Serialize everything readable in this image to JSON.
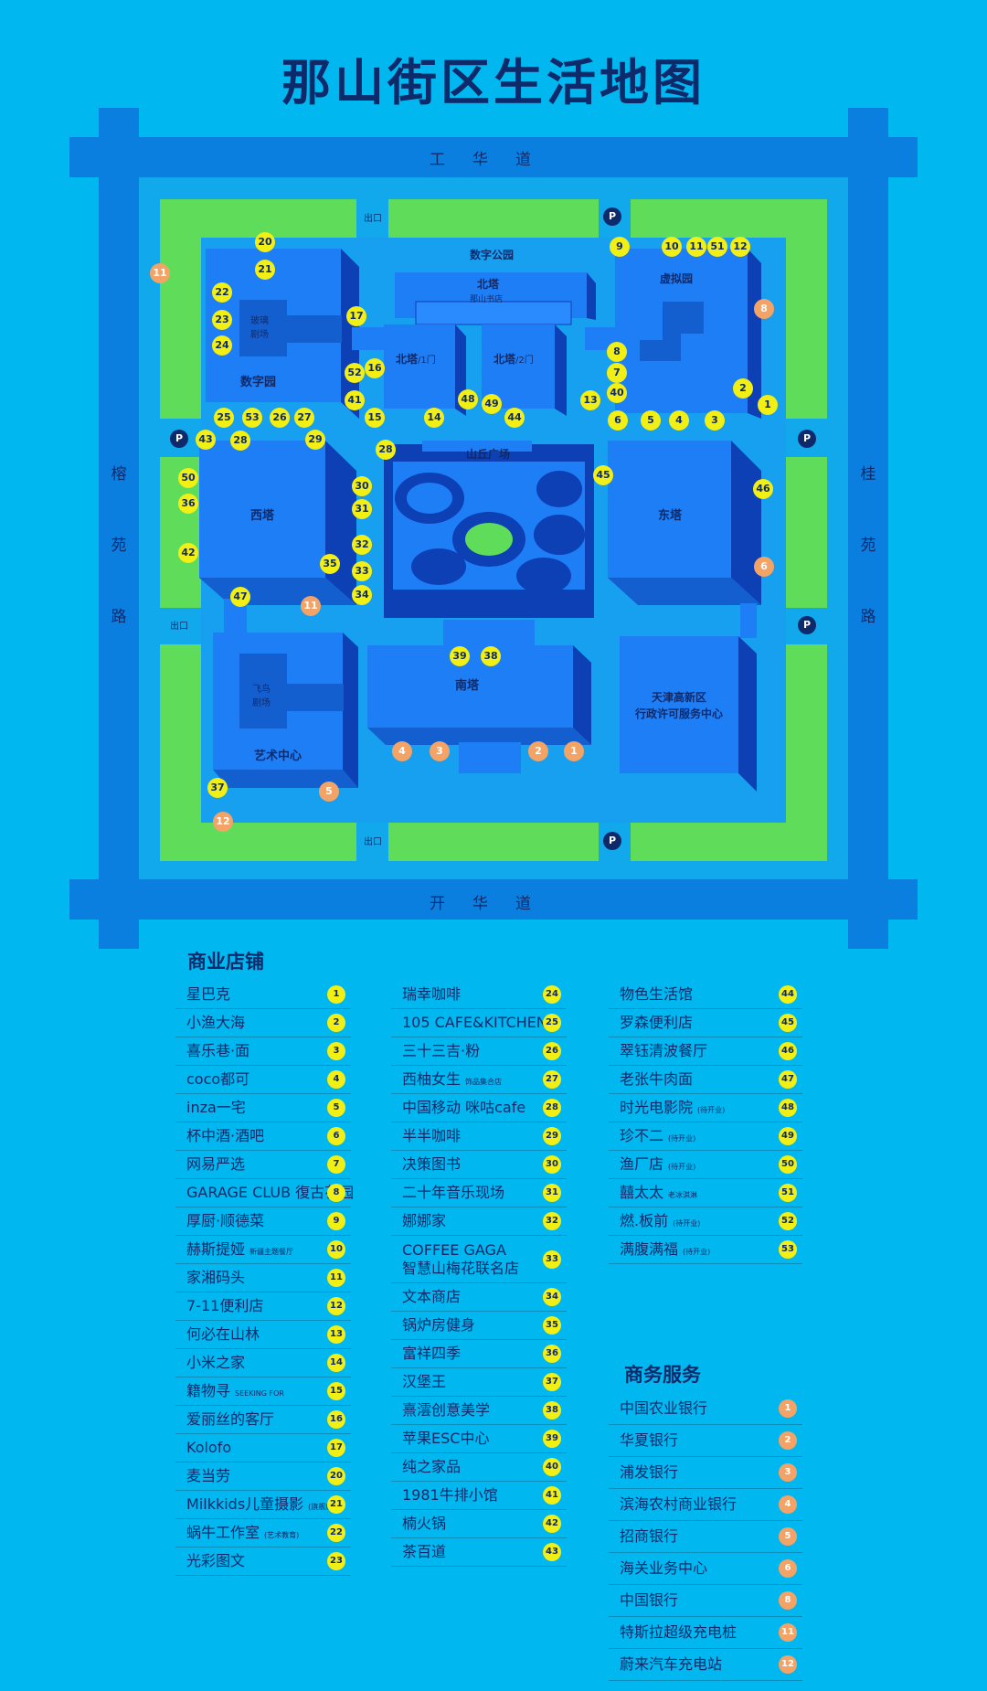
{
  "title": "那山街区生活地图",
  "roads": {
    "top": "工华道",
    "bottom": "开华道",
    "left": "榕苑路",
    "right": "桂苑路"
  },
  "exit_label": "出口",
  "parking_label": "P",
  "buildings": {
    "digital_garden": "数字园",
    "glass_theater": "玻璃剧场",
    "digital_park": "数字公园",
    "north_tower": "北塔",
    "nashan_bookstore": "那山书店",
    "north_tower_gate1_main": "北塔",
    "north_tower_gate1_sub": "/1门",
    "north_tower_gate2_main": "北塔",
    "north_tower_gate2_sub": "/2门",
    "virtual_garden": "虚拟园",
    "hill_plaza": "山丘广场",
    "west_tower": "西塔",
    "east_tower": "东塔",
    "flying_bird_theater": "飞鸟剧场",
    "art_center": "艺术中心",
    "south_tower": "南塔",
    "admin_center": "天津高新区\n行政许可服务中心"
  },
  "markers": {
    "yellow": [
      "20",
      "21",
      "22",
      "23",
      "24",
      "17",
      "16",
      "52",
      "41",
      "15",
      "14",
      "48",
      "49",
      "44",
      "13",
      "9",
      "10",
      "11",
      "51",
      "12",
      "8",
      "7",
      "40",
      "2",
      "1",
      "6",
      "5",
      "4",
      "3",
      "25",
      "53",
      "26",
      "27",
      "43",
      "28",
      "29",
      "28",
      "45",
      "46",
      "50",
      "36",
      "42",
      "30",
      "31",
      "32",
      "33",
      "34",
      "35",
      "47",
      "39",
      "38",
      "37"
    ],
    "orange": [
      "11",
      "8",
      "6",
      "11",
      "4",
      "3",
      "2",
      "1",
      "5",
      "12"
    ]
  },
  "sections": {
    "commercial": "商业店铺",
    "business": "商务服务"
  },
  "shops_col1": [
    {
      "name": "星巴克",
      "num": "1"
    },
    {
      "name": "小渔大海",
      "num": "2"
    },
    {
      "name": "喜乐巷·面",
      "num": "3"
    },
    {
      "name": "coco都可",
      "num": "4"
    },
    {
      "name": "inza一宅",
      "num": "5"
    },
    {
      "name": "杯中酒·酒吧",
      "num": "6"
    },
    {
      "name": "网易严选",
      "num": "7"
    },
    {
      "name": "GARAGE CLUB 復古花园",
      "num": "8"
    },
    {
      "name": "厚厨·顺德菜",
      "num": "9"
    },
    {
      "name": "赫斯提娅",
      "note": "新疆主题餐厅",
      "num": "10"
    },
    {
      "name": "家湘码头",
      "num": "11"
    },
    {
      "name": "7-11便利店",
      "num": "12"
    },
    {
      "name": "何必在山林",
      "num": "13"
    },
    {
      "name": "小米之家",
      "num": "14"
    },
    {
      "name": "籍物寻",
      "note": "SEEKING FOR",
      "num": "15"
    },
    {
      "name": "爱丽丝的客厅",
      "num": "16"
    },
    {
      "name": "Kolofo",
      "num": "17"
    },
    {
      "name": "麦当劳",
      "num": "20"
    },
    {
      "name": "Milkkids儿童摄影",
      "note": "(旗舰店)",
      "num": "21"
    },
    {
      "name": "蜗牛工作室",
      "note": "(艺术教育)",
      "num": "22"
    },
    {
      "name": "光彩图文",
      "num": "23"
    }
  ],
  "shops_col2": [
    {
      "name": "瑞幸咖啡",
      "num": "24"
    },
    {
      "name": "105 CAFE&KITCHEN",
      "num": "25"
    },
    {
      "name": "三十三吉·粉",
      "num": "26"
    },
    {
      "name": "西柚女生",
      "note": "饰品集合店",
      "num": "27"
    },
    {
      "name": "中国移动 咪咕cafe",
      "num": "28"
    },
    {
      "name": "半半咖啡",
      "num": "29"
    },
    {
      "name": "决策图书",
      "num": "30"
    },
    {
      "name": "二十年音乐现场",
      "num": "31"
    },
    {
      "name": "娜娜家",
      "num": "32"
    },
    {
      "name": "COFFEE GAGA\n智慧山梅花联名店",
      "num": "33",
      "tall": true
    },
    {
      "name": "文本商店",
      "num": "34"
    },
    {
      "name": "锅炉房健身",
      "num": "35"
    },
    {
      "name": "富祥四季",
      "num": "36"
    },
    {
      "name": "汉堡王",
      "num": "37"
    },
    {
      "name": "熹澐创意美学",
      "num": "38"
    },
    {
      "name": "苹果ESC中心",
      "num": "39"
    },
    {
      "name": "纯之家品",
      "num": "40"
    },
    {
      "name": "1981牛排小馆",
      "num": "41"
    },
    {
      "name": "楠火锅",
      "num": "42"
    },
    {
      "name": "茶百道",
      "num": "43"
    }
  ],
  "shops_col3": [
    {
      "name": "物色生活馆",
      "num": "44"
    },
    {
      "name": "罗森便利店",
      "num": "45"
    },
    {
      "name": "翠钰清波餐厅",
      "num": "46"
    },
    {
      "name": "老张牛肉面",
      "num": "47"
    },
    {
      "name": "时光电影院",
      "note": "(待开业)",
      "num": "48"
    },
    {
      "name": "珍不二",
      "note": "(待开业)",
      "num": "49"
    },
    {
      "name": "渔厂店",
      "note": "(待开业)",
      "num": "50"
    },
    {
      "name": "囍太太",
      "note": "老冰淇淋",
      "num": "51"
    },
    {
      "name": "燃.板前",
      "note": "(待开业)",
      "num": "52"
    },
    {
      "name": "满腹满福",
      "note": "(待开业)",
      "num": "53"
    }
  ],
  "business": [
    {
      "name": "中国农业银行",
      "num": "1"
    },
    {
      "name": "华夏银行",
      "num": "2"
    },
    {
      "name": "浦发银行",
      "num": "3"
    },
    {
      "name": "滨海农村商业银行",
      "num": "4"
    },
    {
      "name": "招商银行",
      "num": "5"
    },
    {
      "name": "海关业务中心",
      "num": "6"
    },
    {
      "name": "中国银行",
      "num": "8"
    },
    {
      "name": "特斯拉超级充电桩",
      "num": "11"
    },
    {
      "name": "蔚来汽车充电站",
      "num": "12"
    }
  ],
  "colors": {
    "background": "#00b7ef",
    "road": "#0a7fe0",
    "green": "#5fdd5a",
    "building": "#1e7ef5",
    "building_side": "#0d3fb5",
    "marker_yellow": "#f2ef14",
    "marker_orange": "#f3a366",
    "text": "#0f2a6b"
  }
}
